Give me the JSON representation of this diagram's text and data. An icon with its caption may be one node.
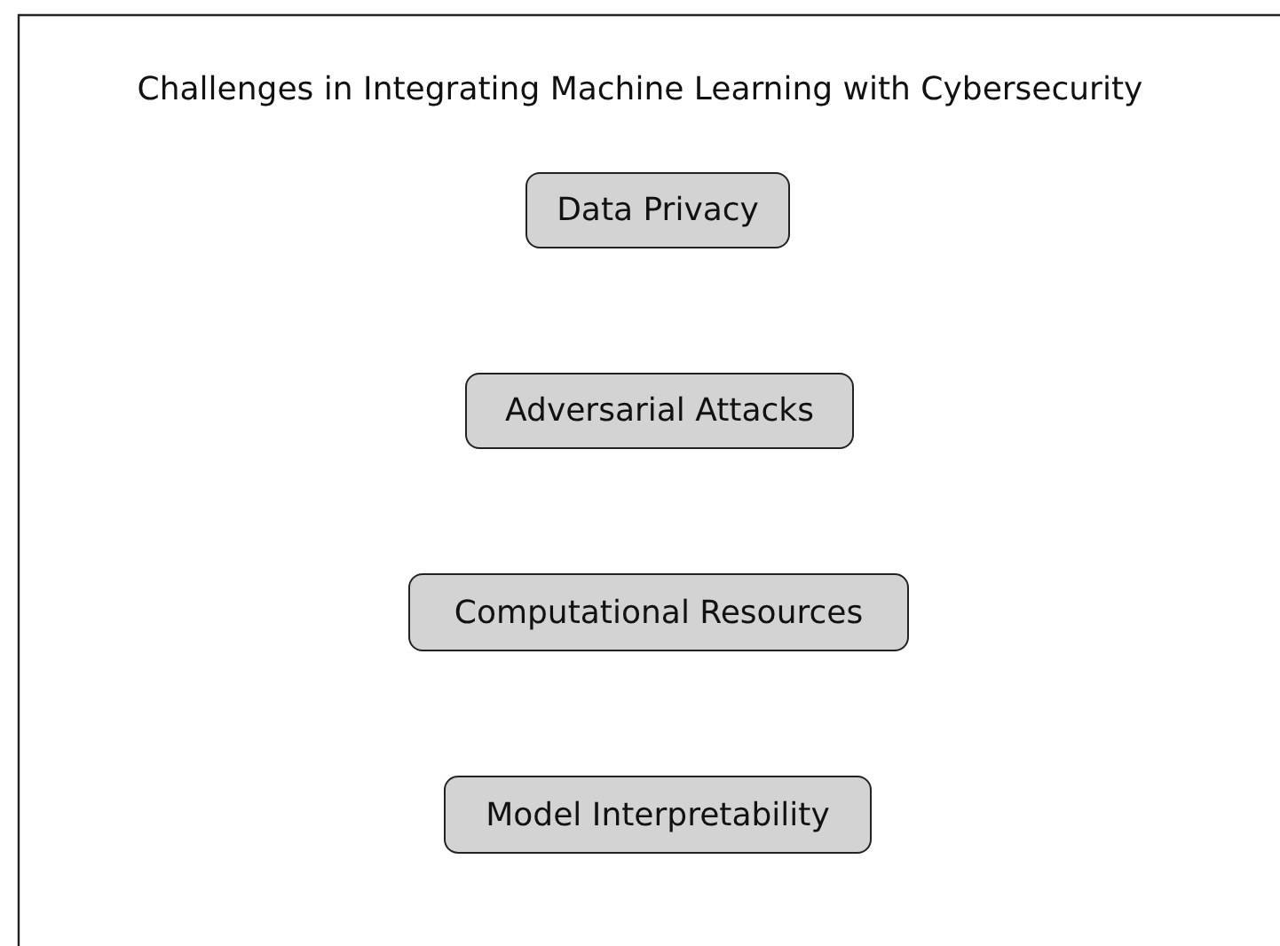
{
  "diagram": {
    "title": "Challenges in Integrating Machine Learning with Cybersecurity",
    "nodes": [
      {
        "text": [
          "Data Privacy"
        ]
      },
      {
        "text": [
          "Adversarial Attacks"
        ]
      },
      {
        "text": [
          "Computational Resources"
        ]
      },
      {
        "text": [
          "Model Interpretability"
        ]
      }
    ]
  }
}
